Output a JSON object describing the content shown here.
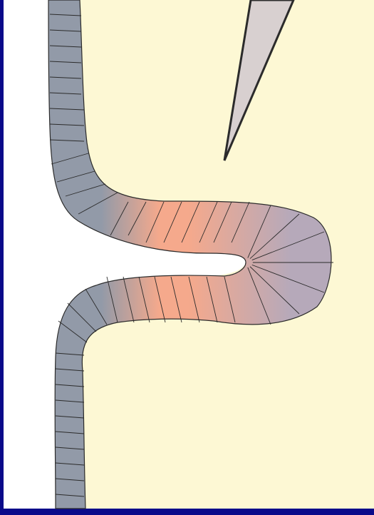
{
  "figure": {
    "colors": {
      "frame_border": "#0a0a8a",
      "background": "#fdf8d4",
      "gap": "#ffffff",
      "band_base": "#929aa8",
      "band_highlight": "#f5a98c",
      "band_tip": "#b6a9ba",
      "outline": "#2b2b2b",
      "needle_fill": "#d8d0d0"
    },
    "segment_counts": {
      "upper_arm": 21,
      "lower_arm": 22,
      "tip_fan": 7
    }
  }
}
